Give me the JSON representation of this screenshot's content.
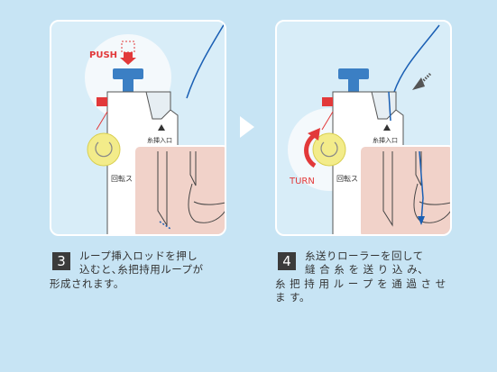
{
  "steps": [
    {
      "number": "3",
      "caption_lines": [
        "ループ挿入ロッドを押し",
        "込むと､糸把持用ループが",
        "形成されます。"
      ],
      "labels": {
        "push": "PUSH",
        "thread_insert": "糸挿入口",
        "rotate": "回転ス"
      }
    },
    {
      "number": "4",
      "caption_lines": [
        "糸送りローラーを回して",
        "縫 合 糸 を 送 り 込 み、",
        "糸 把 持 用 ル ー プ を 通 過 さ せ",
        "ま す。"
      ],
      "labels": {
        "turn": "TURN",
        "thread_insert": "糸挿入口",
        "rotate": "回転ス"
      }
    }
  ],
  "colors": {
    "background": "#c7e4f4",
    "panel_bg": "#d8edf8",
    "accent_red": "#e2393a",
    "rod_blue": "#3b7fc4",
    "thread_blue": "#1a5fb4",
    "inset_pink": "#f1d2c9",
    "roller_yellow": "#f3ec8a"
  },
  "icons": {
    "next_step": "play-arrow-icon"
  }
}
